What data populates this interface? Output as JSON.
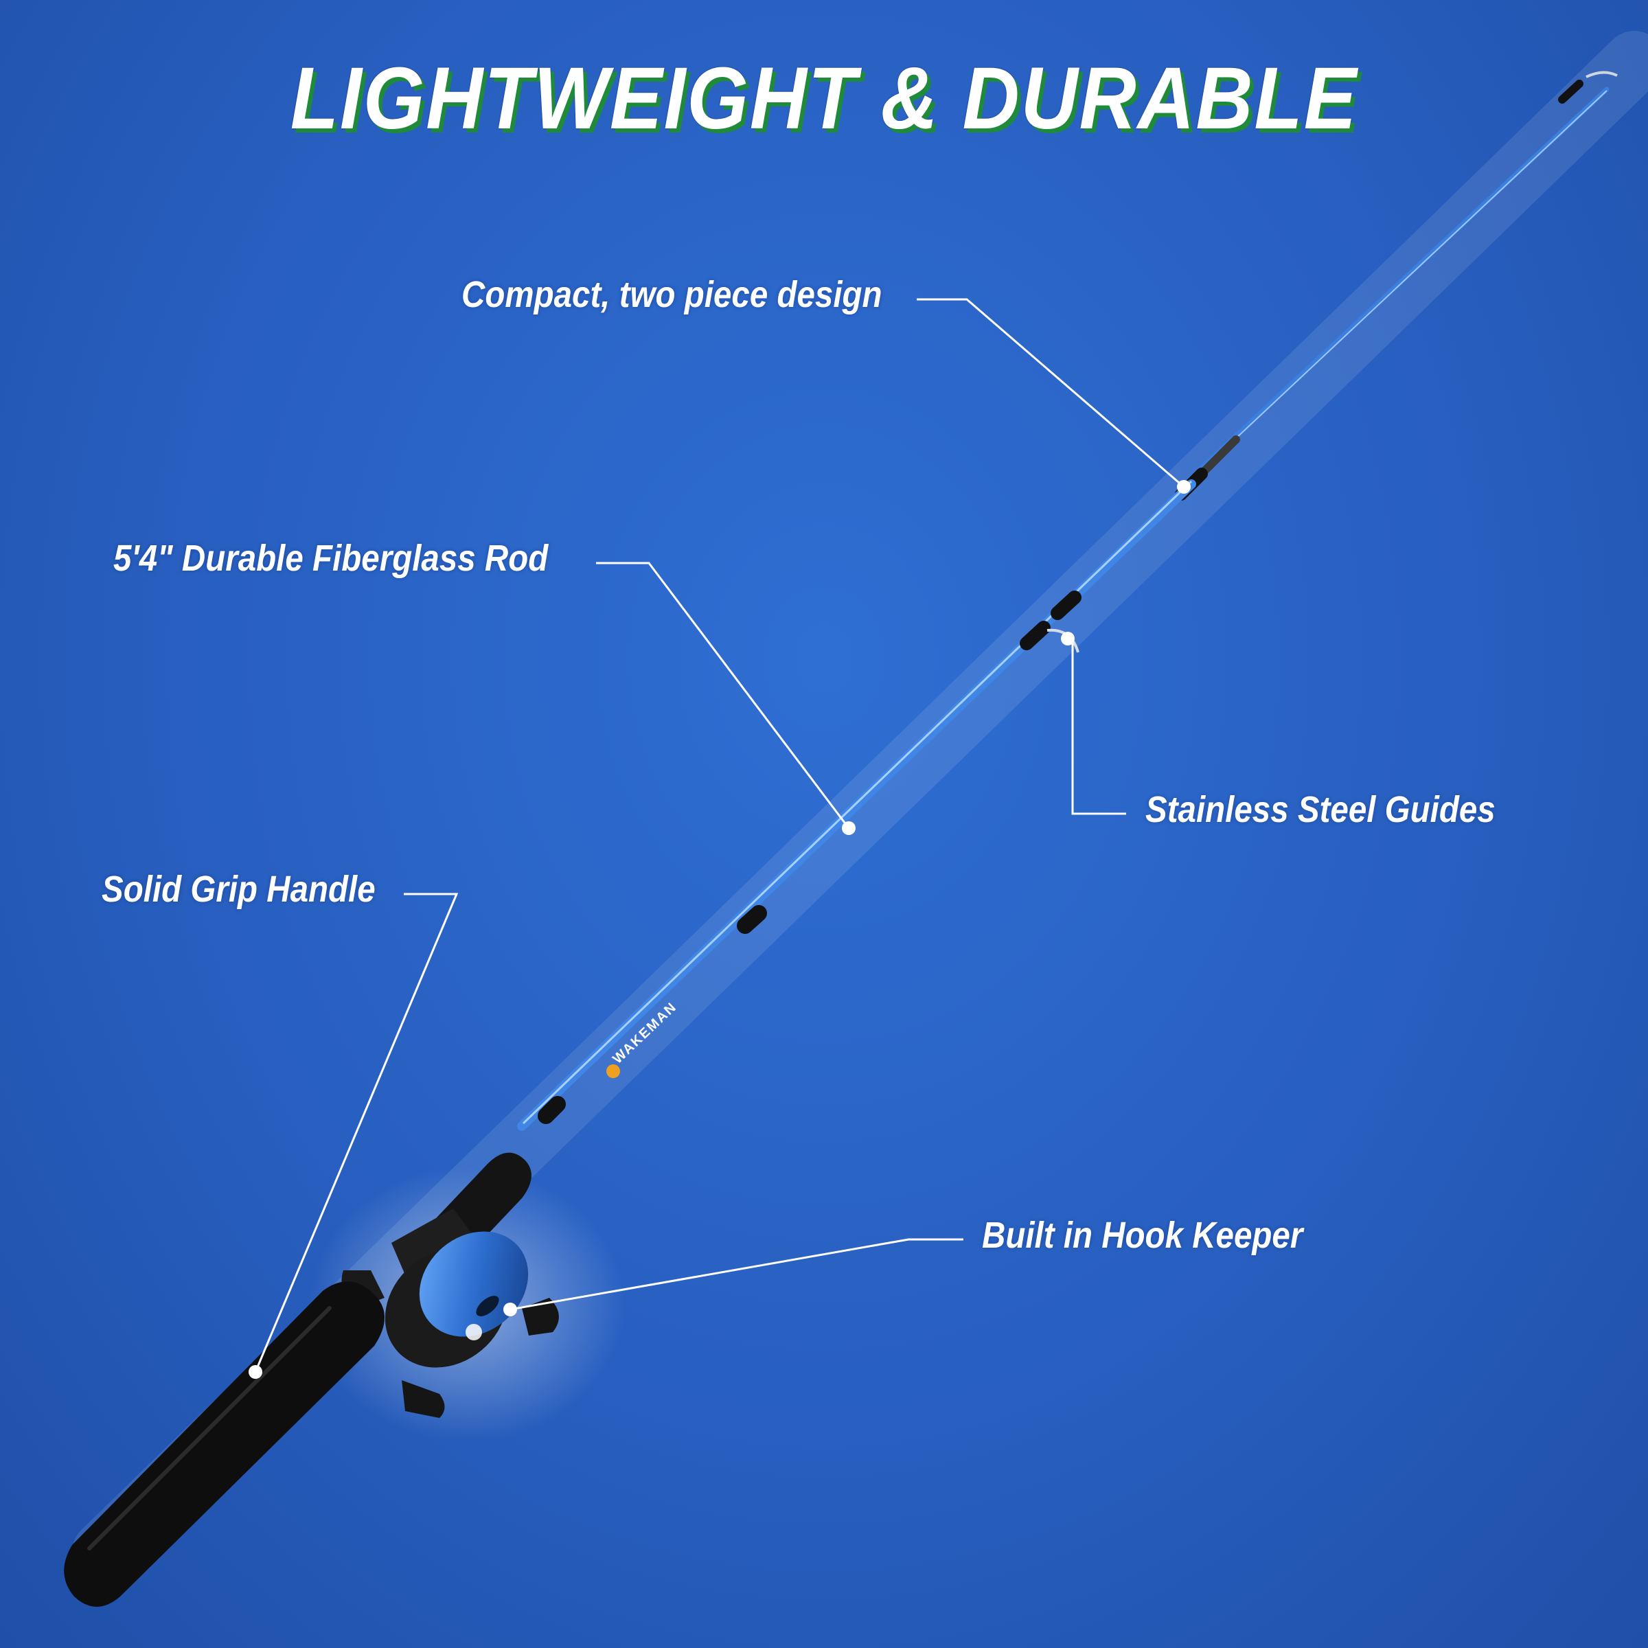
{
  "title": "LIGHTWEIGHT & DURABLE",
  "callouts": {
    "compact": "Compact, two piece design",
    "rod": "5'4\" Durable Fiberglass Rod",
    "guides": "Stainless Steel Guides",
    "handle": "Solid Grip Handle",
    "hook_keeper": "Built in Hook Keeper"
  },
  "brand": "WAKEMAN",
  "colors": {
    "background": "#2a63c4",
    "title_shadow": "#1f8a3a",
    "rod_blue": "#3f86e6",
    "grip": "#111111",
    "callout_line": "#ffffff"
  }
}
